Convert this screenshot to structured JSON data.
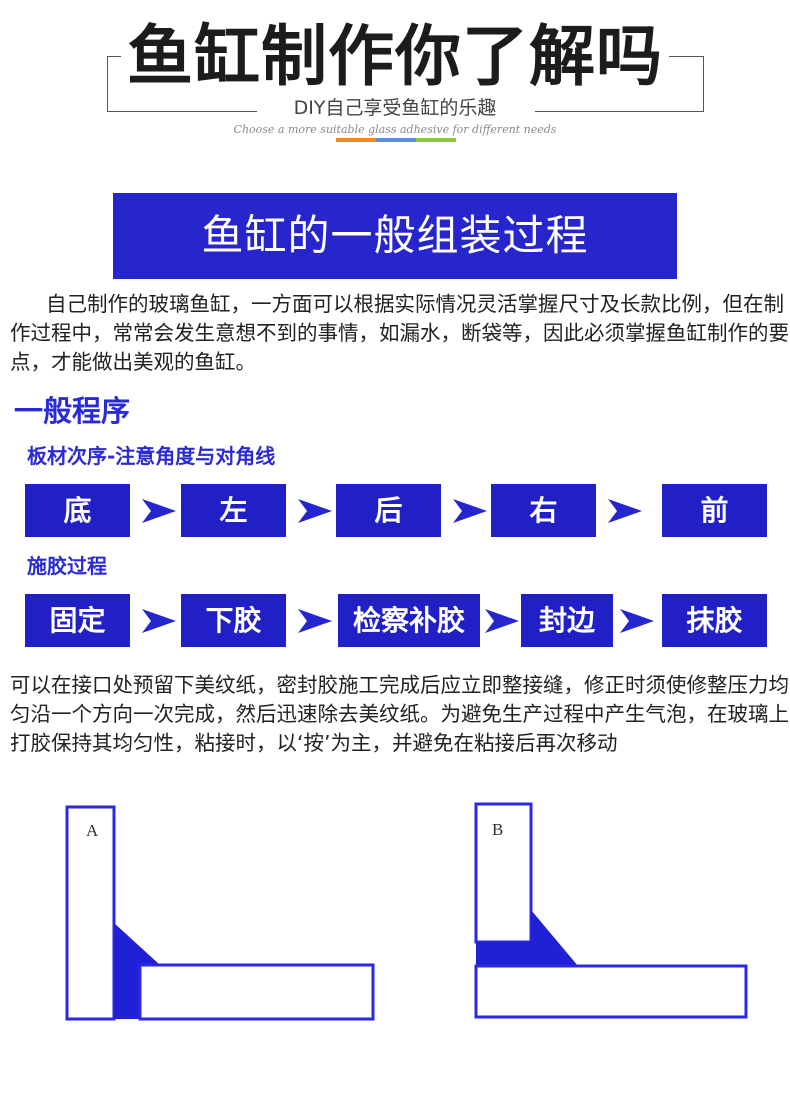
{
  "header": {
    "title": "鱼缸制作你了解吗",
    "subtitle": "DIY自己享受鱼缸的乐趣",
    "subtitle_en": "Choose a more suitable glass adhesive for different needs",
    "accent_colors": [
      "#f08a1c",
      "#5b8fd6",
      "#8cc63f"
    ]
  },
  "banner": {
    "title": "鱼缸的一般组装过程",
    "color": "#2626cc"
  },
  "intro": "自己制作的玻璃鱼缸，一方面可以根据实际情况灵活掌握尺寸及长款比例，但在制作过程中，常常会发生意想不到的事情，如漏水，断袋等，因此必须掌握鱼缸制作的要点，才能做出美观的鱼缸。",
  "procedure": {
    "title": "一般程序",
    "panel_order": {
      "title": "板材次序-注意角度与对角线",
      "steps": [
        "底",
        "左",
        "后",
        "右",
        "前"
      ]
    },
    "glue_process": {
      "title": "施胶过程",
      "steps": [
        "固定",
        "下胶",
        "检察补胶",
        "封边",
        "抹胶"
      ]
    },
    "arrow_icon": "chevron-right-arrow-icon"
  },
  "notes": "可以在接口处预留下美纹纸，密封胶施工完成后应立即整接缝，修正时须使修整压力均匀沿一个方向一次完成，然后迅速除去美纹纸。为避免生产过程中产生气泡，在玻璃上打胶保持其均匀性，粘接时，以‘按’为主，并避免在粘接后再次移动",
  "diagrams": [
    {
      "label": "A"
    },
    {
      "label": "B"
    }
  ]
}
